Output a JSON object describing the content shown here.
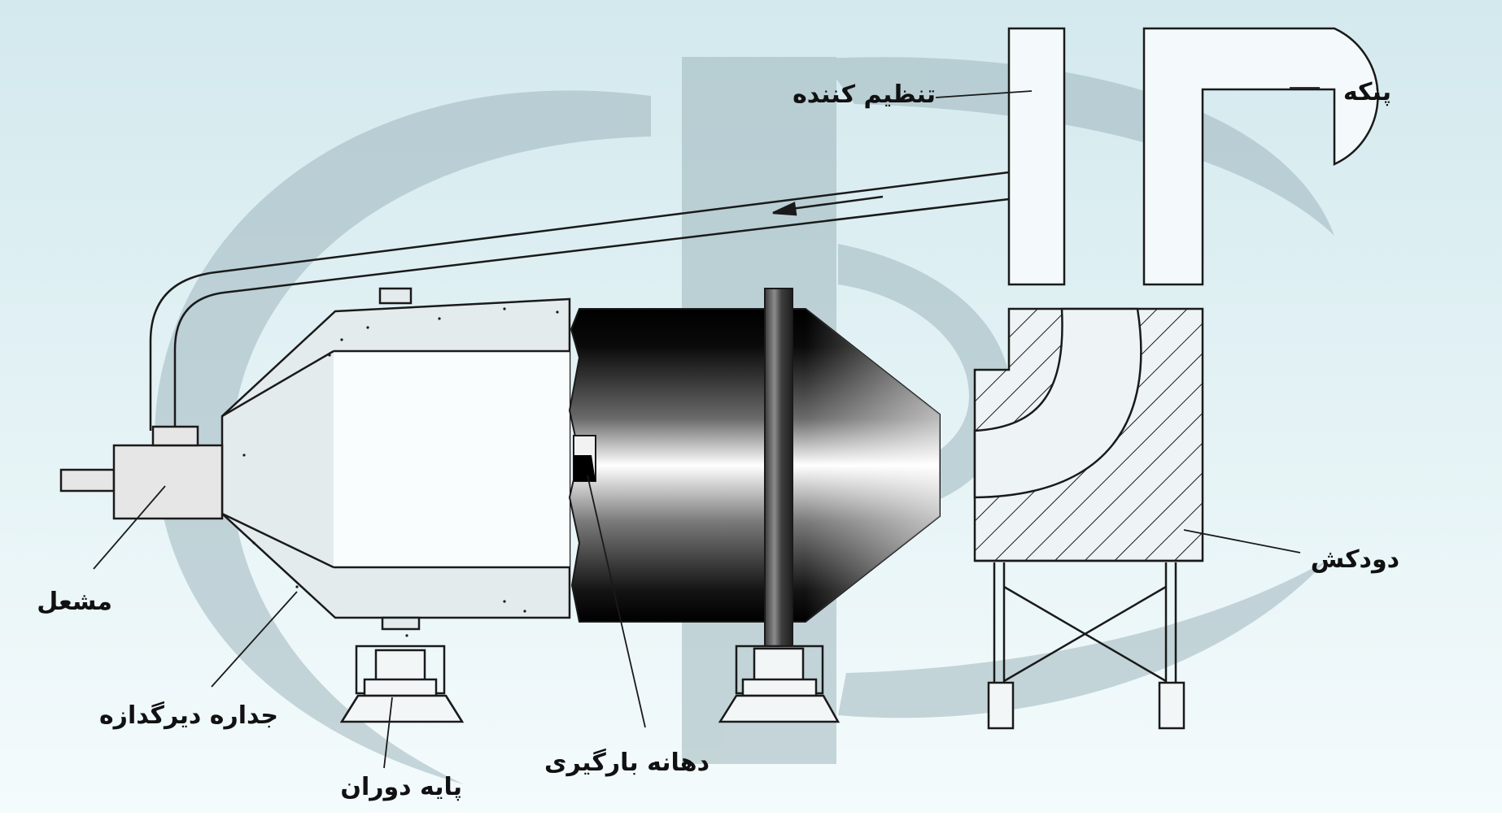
{
  "labels": {
    "fan": "پنکه",
    "regulator": "تنظیم کننده",
    "chimney": "دودکش",
    "burner": "مشعل",
    "refractory_wall": "جداره دیرگدازه",
    "rotary_base": "پایه دوران",
    "charging_door": "دهانه بارگیری"
  },
  "colors": {
    "background_top": "#d3e9ee",
    "background_bottom": "#f4fbfc",
    "watermark": "#9fb7bd",
    "line": "#1a1a1a",
    "refractory_fill": "#e4ebec",
    "burner_fill": "#e6e6e6",
    "drum_dark": "#000000",
    "drum_light": "#ffffff"
  },
  "icons": {
    "watermark": "swoosh-logo-watermark",
    "flow_arrow": "arrow-left-icon"
  }
}
